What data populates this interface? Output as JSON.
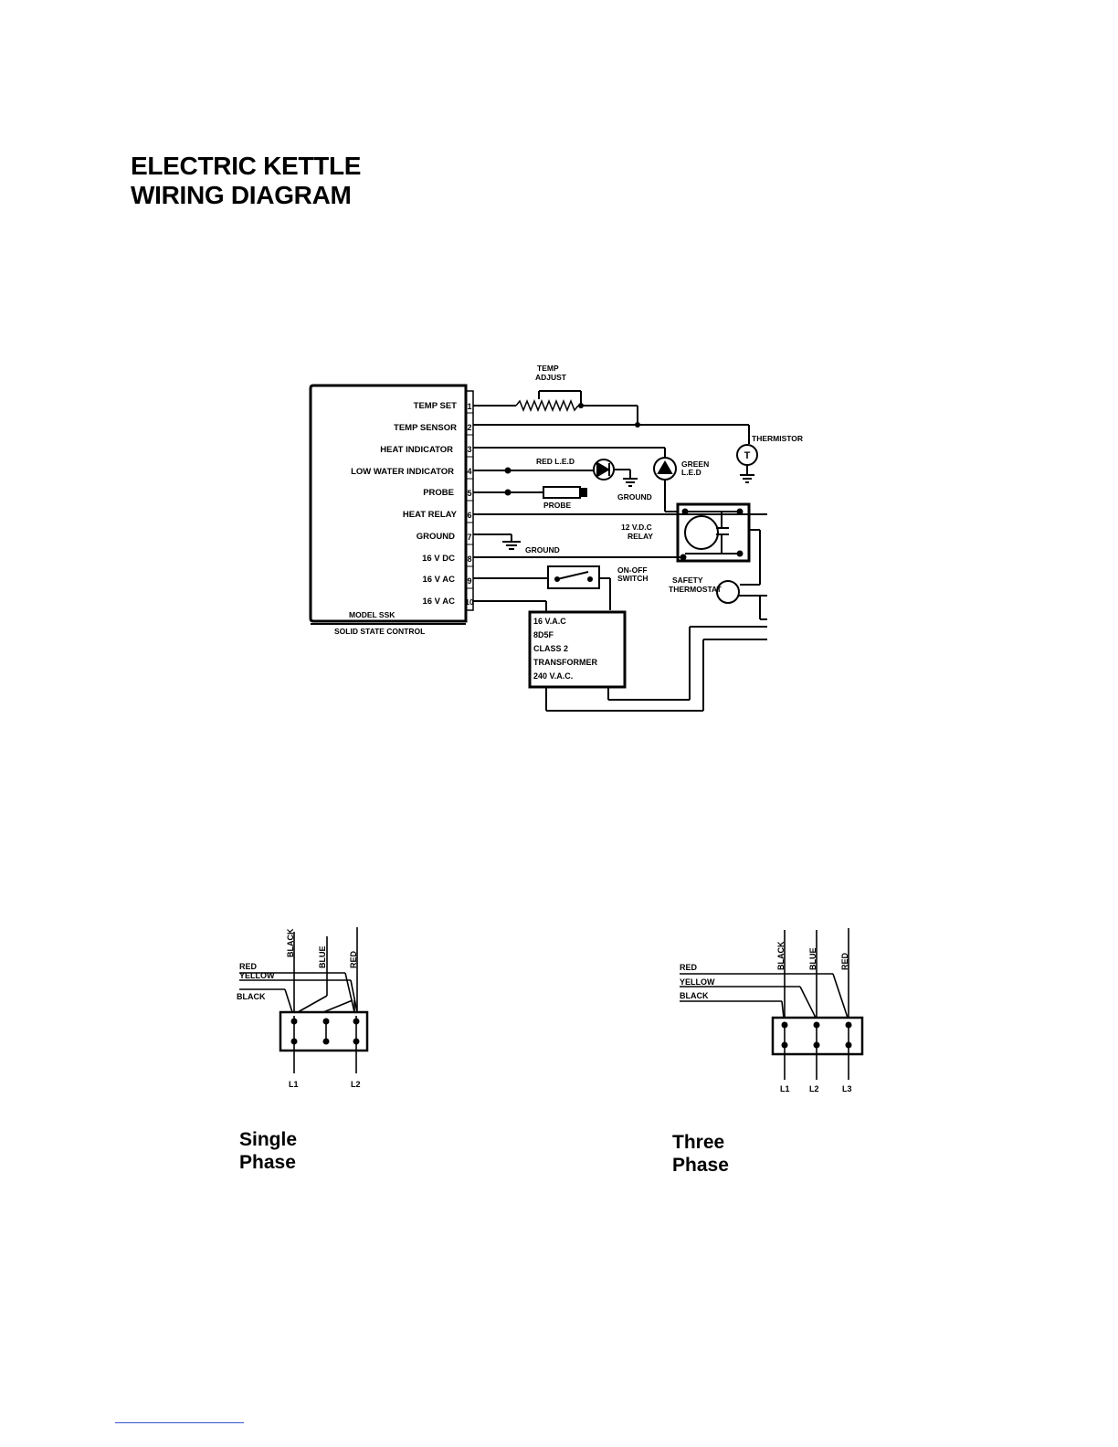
{
  "title": {
    "line1": "ELECTRIC KETTLE",
    "line2": "WIRING DIAGRAM"
  },
  "control": {
    "terminals": [
      {
        "num": "1",
        "label": "TEMP SET"
      },
      {
        "num": "2",
        "label": "TEMP SENSOR"
      },
      {
        "num": "3",
        "label": "HEAT INDICATOR"
      },
      {
        "num": "4",
        "label": "LOW WATER INDICATOR"
      },
      {
        "num": "5",
        "label": "PROBE"
      },
      {
        "num": "6",
        "label": "HEAT RELAY"
      },
      {
        "num": "7",
        "label": "GROUND"
      },
      {
        "num": "8",
        "label": "16 V DC"
      },
      {
        "num": "9",
        "label": "16 V AC"
      },
      {
        "num": "10",
        "label": "16 V AC"
      }
    ],
    "model": "MODEL SSK",
    "caption": "SOLID STATE CONTROL"
  },
  "components": {
    "temp_adjust_1": "TEMP",
    "temp_adjust_2": "ADJUST",
    "thermistor": "THERMISTOR",
    "thermistor_symbol": "T",
    "red_led": "RED L.E.D",
    "green_led_1": "GREEN",
    "green_led_2": "L.E.D",
    "ground_led": "GROUND",
    "probe": "PROBE",
    "relay_1": "12 V.D.C",
    "relay_2": "RELAY",
    "ground_7": "GROUND",
    "switch_1": "ON-OFF",
    "switch_2": "SWITCH",
    "safety_1": "SAFETY",
    "safety_2": "THERMOSTAT",
    "transformer": [
      "16 V.A.C",
      "8D5F",
      "CLASS 2",
      "TRANSFORMER",
      "240 V.A.C."
    ]
  },
  "single_phase": {
    "wires_top": [
      "BLACK",
      "BLUE",
      "RED"
    ],
    "wires_left": [
      "RED",
      "YELLOW",
      "BLACK"
    ],
    "lines": [
      "L1",
      "L2"
    ],
    "label_1": "Single",
    "label_2": "Phase"
  },
  "three_phase": {
    "wires_top": [
      "BLACK",
      "BLUE",
      "RED"
    ],
    "wires_left": [
      "RED",
      "YELLOW",
      "BLACK"
    ],
    "lines": [
      "L1",
      "L2",
      "L3"
    ],
    "label_1": "Three",
    "label_2": "Phase"
  }
}
